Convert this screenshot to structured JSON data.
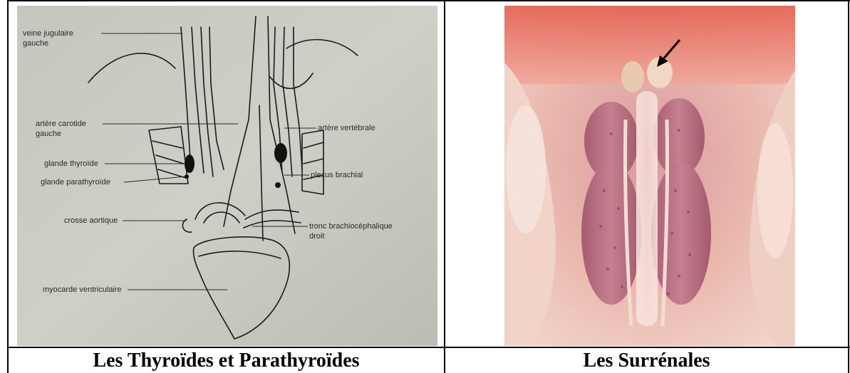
{
  "left_panel": {
    "caption": "Les Thyroïdes et Parathyroïdes",
    "labels": {
      "veine_jugulaire_1": "veine jugulaire",
      "veine_jugulaire_2": "gauche",
      "artere_carotide_1": "artère carotide",
      "artere_carotide_2": "gauche",
      "glande_thyroide": "glande thyroïde",
      "glande_parathyroide": "glande parathyroïde",
      "crosse_aortique": "crosse aortique",
      "myocarde": "myocarde ventriculaire",
      "artere_vertebrale": "artère vertébrale",
      "plexus_brachial": "plexus brachial",
      "tronc_1": "tronc  brachiocéphalique",
      "tronc_2": "droit"
    }
  },
  "right_panel": {
    "caption": "Les Surrénales"
  },
  "colors": {
    "diagram_paper": "#c9ccc3",
    "ink": "#1a1a1a",
    "tissue_base": "#e9b7a8",
    "kidney": "#b5667a",
    "adrenal": "#efd9c4"
  }
}
